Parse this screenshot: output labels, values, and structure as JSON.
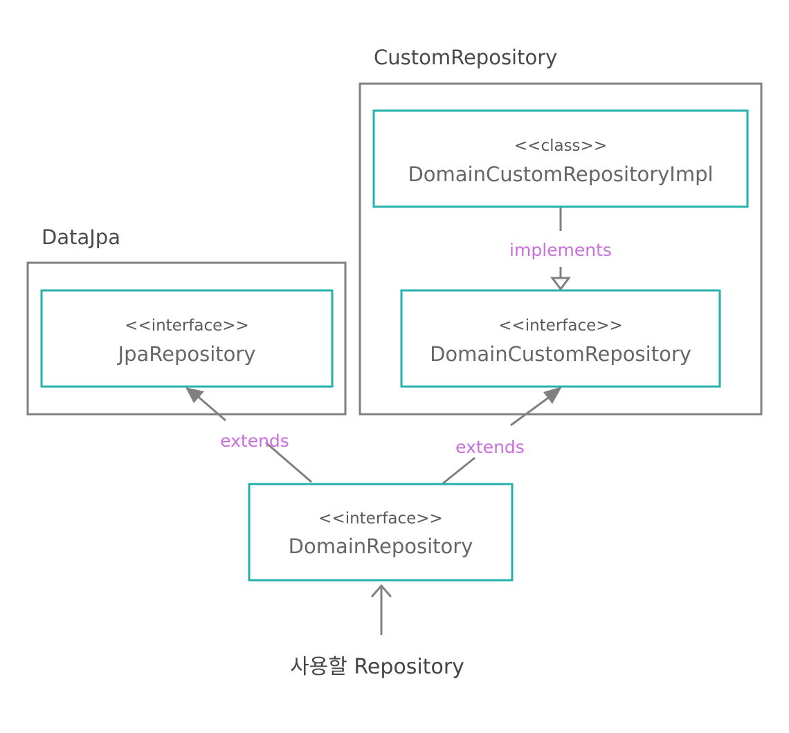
{
  "colors": {
    "group_border": "#808080",
    "class_border": "#26b0ad",
    "arrow": "#808080",
    "relation_label": "#c86fdc",
    "text": "#666666"
  },
  "groups": {
    "custom": {
      "label": "CustomRepository"
    },
    "datajpa": {
      "label": "DataJpa"
    }
  },
  "classes": {
    "impl": {
      "stereotype": "<<class>>",
      "name": "DomainCustomRepositoryImpl"
    },
    "custom_iface": {
      "stereotype": "<<interface>>",
      "name": "DomainCustomRepository"
    },
    "jpa": {
      "stereotype": "<<interface>>",
      "name": "JpaRepository"
    },
    "domain": {
      "stereotype": "<<interface>>",
      "name": "DomainRepository"
    }
  },
  "relations": {
    "implements": "implements",
    "extends_left": "extends",
    "extends_right": "extends"
  },
  "usage_label": "사용할 Repository"
}
